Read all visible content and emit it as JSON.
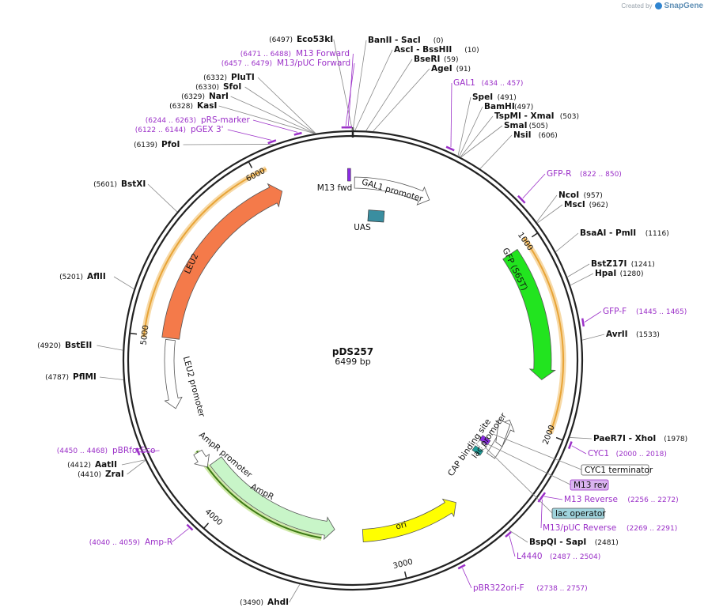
{
  "credit": {
    "prefix": "Created by",
    "brand": "SnapGene"
  },
  "plasmid": {
    "name": "pDS257",
    "length_label": "6499 bp",
    "length": 6499
  },
  "colors": {
    "ring": "#222222",
    "tick": "#222222",
    "site_line": "#888888",
    "primer": "#9b30c8",
    "orf_highlight": "#e8a437",
    "gal1_promoter": "#ffffff",
    "uas": "#3a8ea0",
    "gfp": "#22e41f",
    "leu2": "#f47a4a",
    "leu2_promoter": "#ffffff",
    "ampr_promoter": "#ffffff",
    "ampr": "#c8f5c8",
    "ori": "#ffff00",
    "cyc1_terminator": "#ffffff",
    "lac_promoter": "#ffffff",
    "cap": "#1f9e9a",
    "m13_fwd": "#8a2be2",
    "m13_rev_box": "#dab4f0",
    "lac_operator_box": "#9fd3dc"
  },
  "ticks": [
    {
      "bp": 1000,
      "label": "1000"
    },
    {
      "bp": 2000,
      "label": "2000"
    },
    {
      "bp": 3000,
      "label": "3000"
    },
    {
      "bp": 4000,
      "label": "4000"
    },
    {
      "bp": 5000,
      "label": "5000"
    },
    {
      "bp": 6000,
      "label": "6000"
    }
  ],
  "sites": [
    {
      "name": "BanII - SacI",
      "pos": "(0)",
      "bp": 0
    },
    {
      "name": "AscI - BssHII",
      "pos": "(10)",
      "bp": 10
    },
    {
      "name": "BseRI",
      "pos": "(59)",
      "bp": 59
    },
    {
      "name": "AgeI",
      "pos": "(91)",
      "bp": 91
    },
    {
      "name": "SpeI",
      "pos": "(491)",
      "bp": 491
    },
    {
      "name": "BamHI",
      "pos": "(497)",
      "bp": 497
    },
    {
      "name": "TspMI - XmaI",
      "pos": "(503)",
      "bp": 503
    },
    {
      "name": "SmaI",
      "pos": "(505)",
      "bp": 505
    },
    {
      "name": "NsiI",
      "pos": "(606)",
      "bp": 606
    },
    {
      "name": "NcoI",
      "pos": "(957)",
      "bp": 957
    },
    {
      "name": "MscI",
      "pos": "(962)",
      "bp": 962
    },
    {
      "name": "BsaAI - PmlI",
      "pos": "(1116)",
      "bp": 1116
    },
    {
      "name": "BstZ17I",
      "pos": "(1241)",
      "bp": 1241
    },
    {
      "name": "HpaI",
      "pos": "(1280)",
      "bp": 1280
    },
    {
      "name": "AvrII",
      "pos": "(1533)",
      "bp": 1533
    },
    {
      "name": "PaeR7I - XhoI",
      "pos": "(1978)",
      "bp": 1978
    },
    {
      "name": "BspQI - SapI",
      "pos": "(2481)",
      "bp": 2481
    },
    {
      "name": "AhdI",
      "pos": "(3490)",
      "bp": 3490
    },
    {
      "name": "ZraI",
      "pos": "(4410)",
      "bp": 4410
    },
    {
      "name": "AatII",
      "pos": "(4412)",
      "bp": 4412
    },
    {
      "name": "PflMI",
      "pos": "(4787)",
      "bp": 4787
    },
    {
      "name": "BstEII",
      "pos": "(4920)",
      "bp": 4920
    },
    {
      "name": "AflII",
      "pos": "(5201)",
      "bp": 5201
    },
    {
      "name": "BstXI",
      "pos": "(5601)",
      "bp": 5601
    },
    {
      "name": "PfoI",
      "pos": "(6139)",
      "bp": 6139
    },
    {
      "name": "KasI",
      "pos": "(6328)",
      "bp": 6328
    },
    {
      "name": "NarI",
      "pos": "(6329)",
      "bp": 6329
    },
    {
      "name": "SfoI",
      "pos": "(6330)",
      "bp": 6330
    },
    {
      "name": "PluTI",
      "pos": "(6332)",
      "bp": 6332
    },
    {
      "name": "Eco53kI",
      "pos": "(6497)",
      "bp": 6497
    }
  ],
  "primers": [
    {
      "name": "GAL1",
      "range": "(434 .. 457)",
      "start": 434,
      "end": 457
    },
    {
      "name": "GFP-R",
      "range": "(822 .. 850)",
      "start": 822,
      "end": 850
    },
    {
      "name": "GFP-F",
      "range": "(1445 .. 1465)",
      "start": 1445,
      "end": 1465
    },
    {
      "name": "CYC1",
      "range": "(2000 .. 2018)",
      "start": 2000,
      "end": 2018
    },
    {
      "name": "M13 Reverse",
      "range": "(2256 .. 2272)",
      "start": 2256,
      "end": 2272
    },
    {
      "name": "M13/pUC Reverse",
      "range": "(2269 .. 2291)",
      "start": 2269,
      "end": 2291
    },
    {
      "name": "L4440",
      "range": "(2487 .. 2504)",
      "start": 2487,
      "end": 2504
    },
    {
      "name": "pBR322ori-F",
      "range": "(2738 .. 2757)",
      "start": 2738,
      "end": 2757
    },
    {
      "name": "Amp-R",
      "range": "(4040 .. 4059)",
      "start": 4040,
      "end": 4059
    },
    {
      "name": "pBRforEco",
      "range": "(4450 .. 4468)",
      "start": 4450,
      "end": 4468
    },
    {
      "name": "pGEX 3'",
      "range": "(6122 .. 6144)",
      "start": 6122,
      "end": 6144
    },
    {
      "name": "pRS-marker",
      "range": "(6244 .. 6263)",
      "start": 6244,
      "end": 6263
    },
    {
      "name": "M13/pUC Forward",
      "range": "(6457 .. 6479)",
      "start": 6457,
      "end": 6479
    },
    {
      "name": "M13 Forward",
      "range": "(6471 .. 6488)",
      "start": 6471,
      "end": 6488
    }
  ],
  "features": [
    {
      "name": "GAL1 promoter",
      "start": 10,
      "end": 460,
      "type": "promoter"
    },
    {
      "name": "UAS",
      "start": 130,
      "end": 200,
      "type": "box"
    },
    {
      "name": "GFP (S65T)",
      "start": 1010,
      "end": 1730,
      "type": "cds"
    },
    {
      "name": "CYC1 terminator",
      "start": 2000,
      "end": 2250,
      "type": "terminator"
    },
    {
      "name": "lac promoter",
      "start": 2210,
      "end": 2240,
      "type": "promoter"
    },
    {
      "name": "CAP binding site",
      "start": 2190,
      "end": 2210,
      "type": "box"
    },
    {
      "name": "ori",
      "start": 2600,
      "end": 3190,
      "type": "rep_origin"
    },
    {
      "name": "AmpR",
      "start": 3360,
      "end": 4220,
      "type": "cds"
    },
    {
      "name": "AmpR promoter",
      "start": 4220,
      "end": 4320,
      "type": "promoter"
    },
    {
      "name": "LEU2 promoter",
      "start": 4600,
      "end": 4990,
      "type": "promoter"
    },
    {
      "name": "LEU2",
      "start": 5000,
      "end": 6090,
      "type": "cds"
    },
    {
      "name": "M13 fwd",
      "start": 6470,
      "end": 6487,
      "type": "primer_bind"
    }
  ],
  "boxed_labels": {
    "m13_rev": "M13 rev",
    "lac_operator": "lac operator",
    "cyc1_term": "CYC1 terminator"
  }
}
